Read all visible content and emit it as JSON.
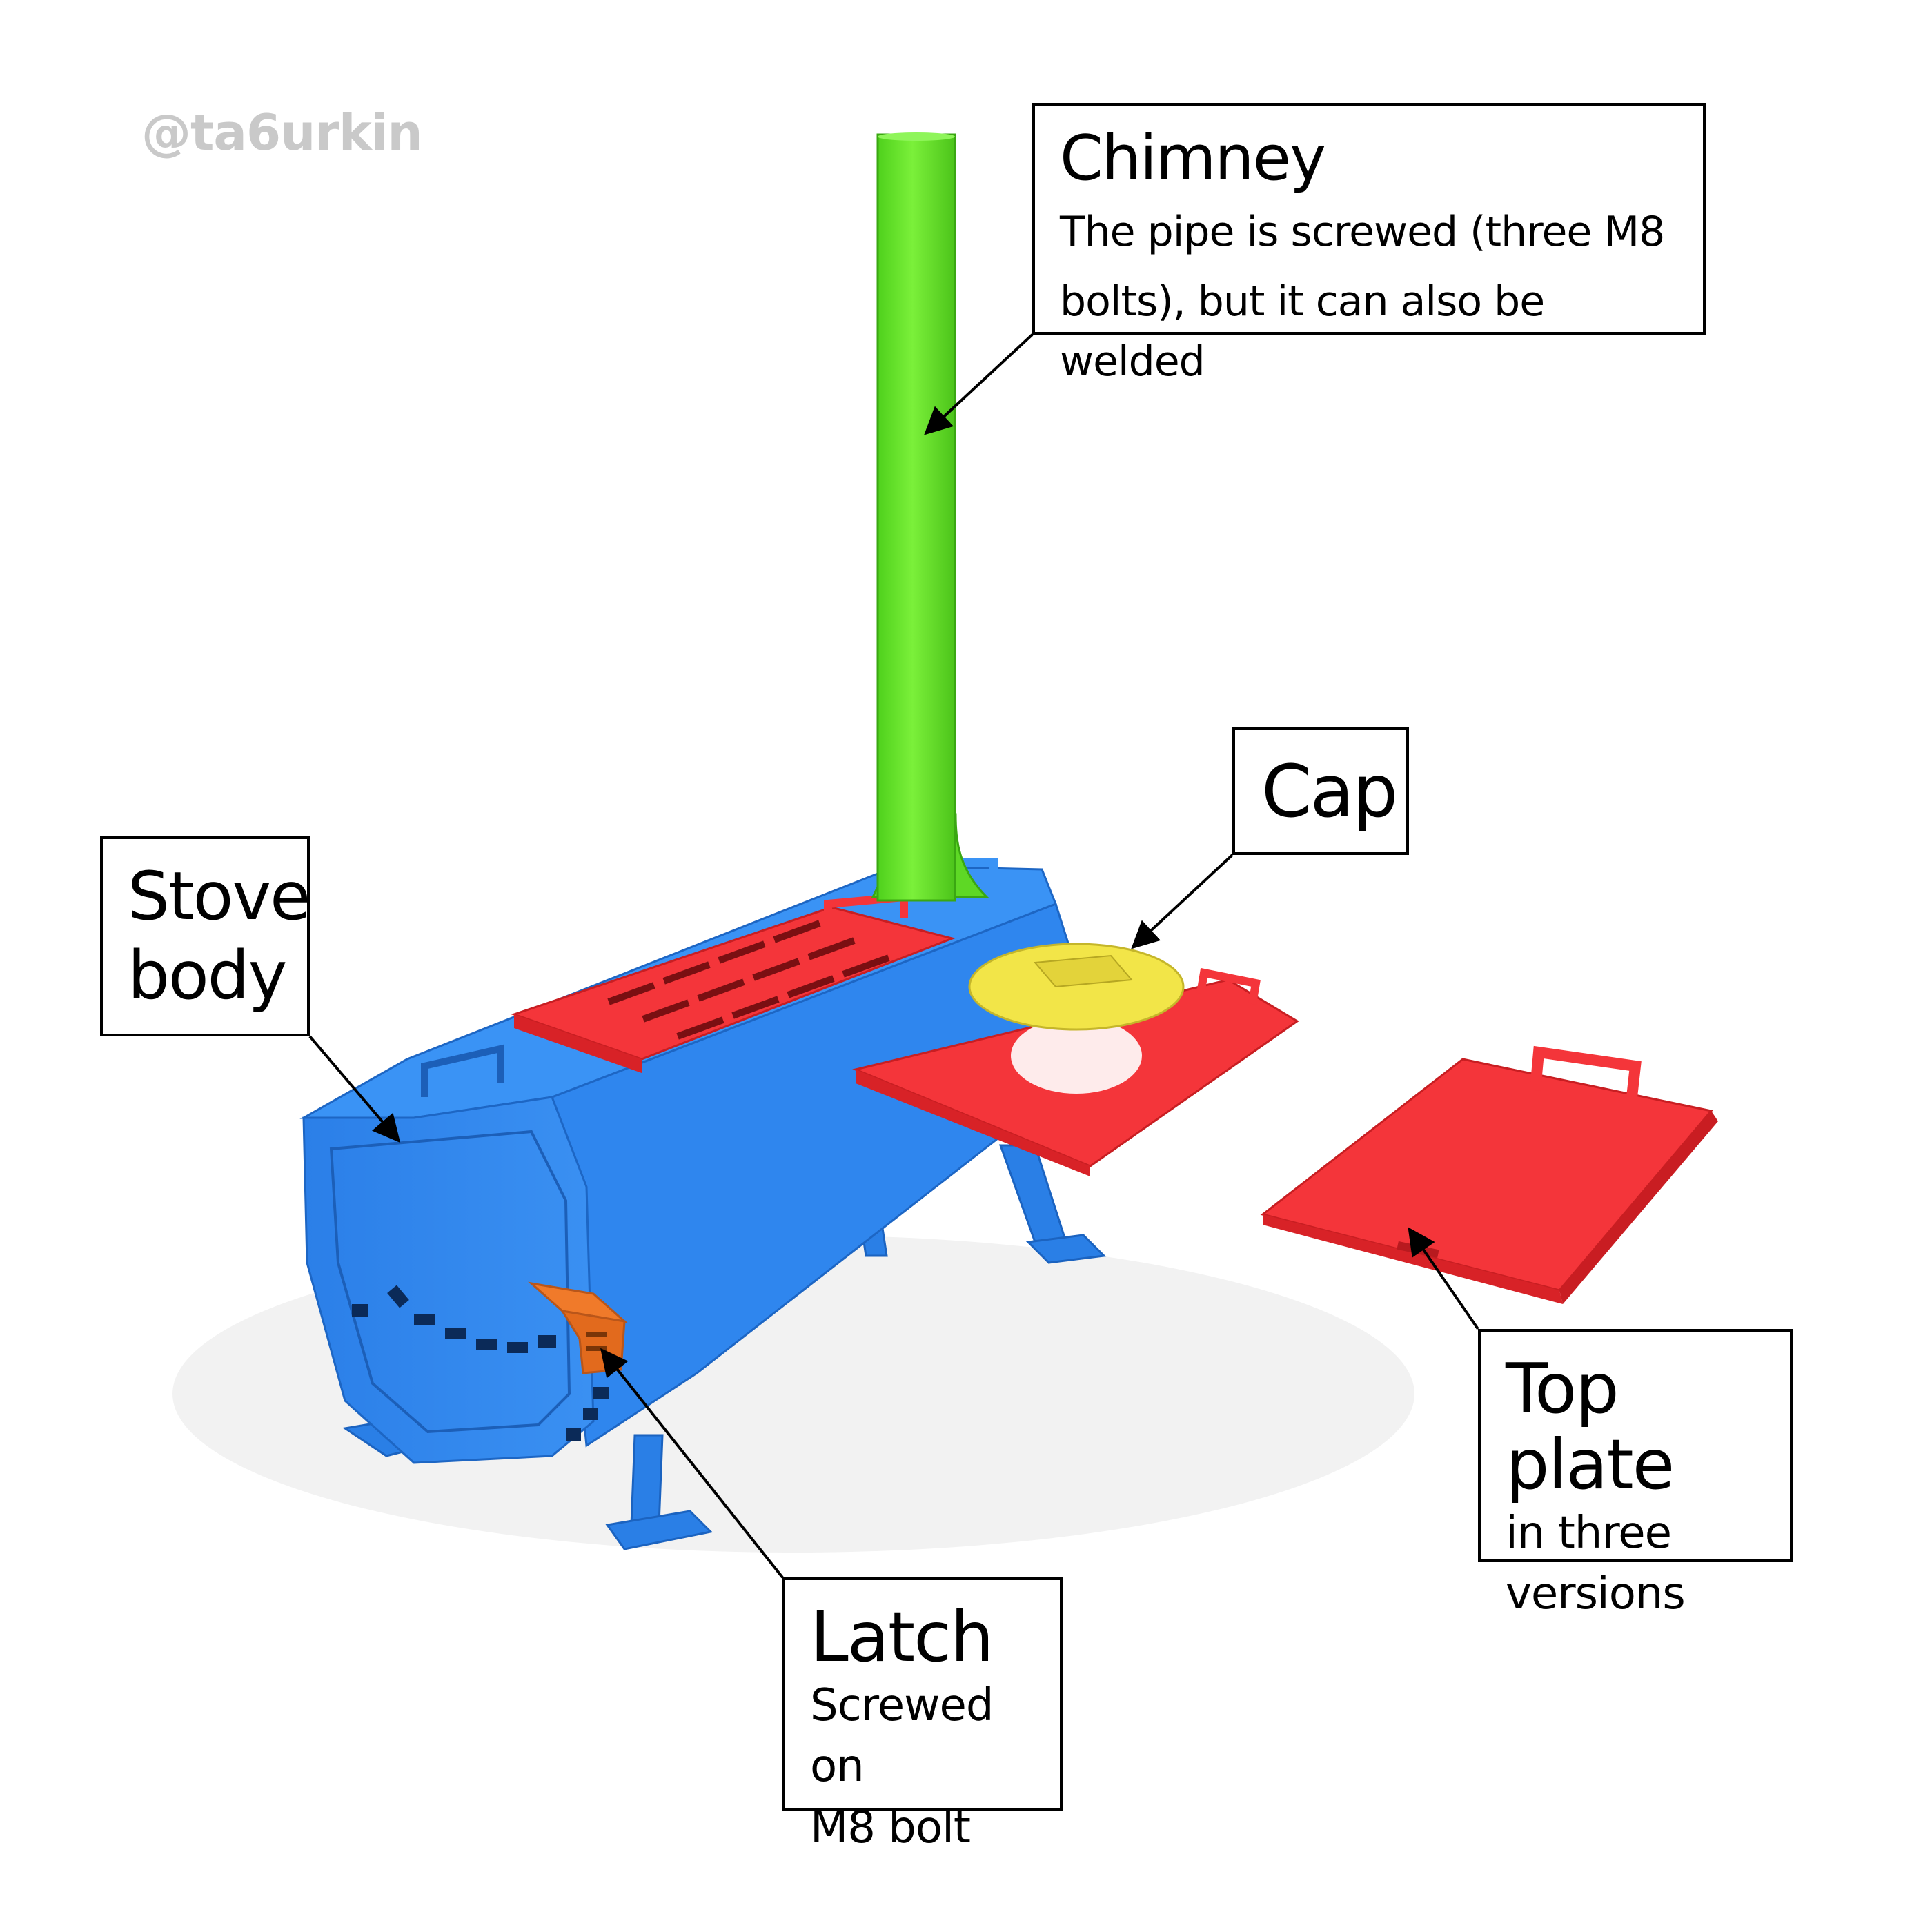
{
  "watermark": "@ta6urkin",
  "callouts": {
    "chimney": {
      "title": "Chimney",
      "line1": "The pipe is screwed (three M8",
      "line2": "bolts), but it can also be welded"
    },
    "cap": {
      "title": "Cap"
    },
    "stove_body": {
      "title_line1": "Stove",
      "title_line2": "body"
    },
    "top_plate": {
      "title": "Top plate",
      "line1": "in three",
      "line2": "versions"
    },
    "latch": {
      "title": "Latch",
      "line1": "Screwed on",
      "line2": "M8 bolt"
    }
  },
  "colors": {
    "stove_body": "#2f86ee",
    "chimney": "#6fe82e",
    "top_plate": "#f4353a",
    "cap": "#f2e548",
    "latch": "#f07a2a",
    "frame": "#000000"
  }
}
